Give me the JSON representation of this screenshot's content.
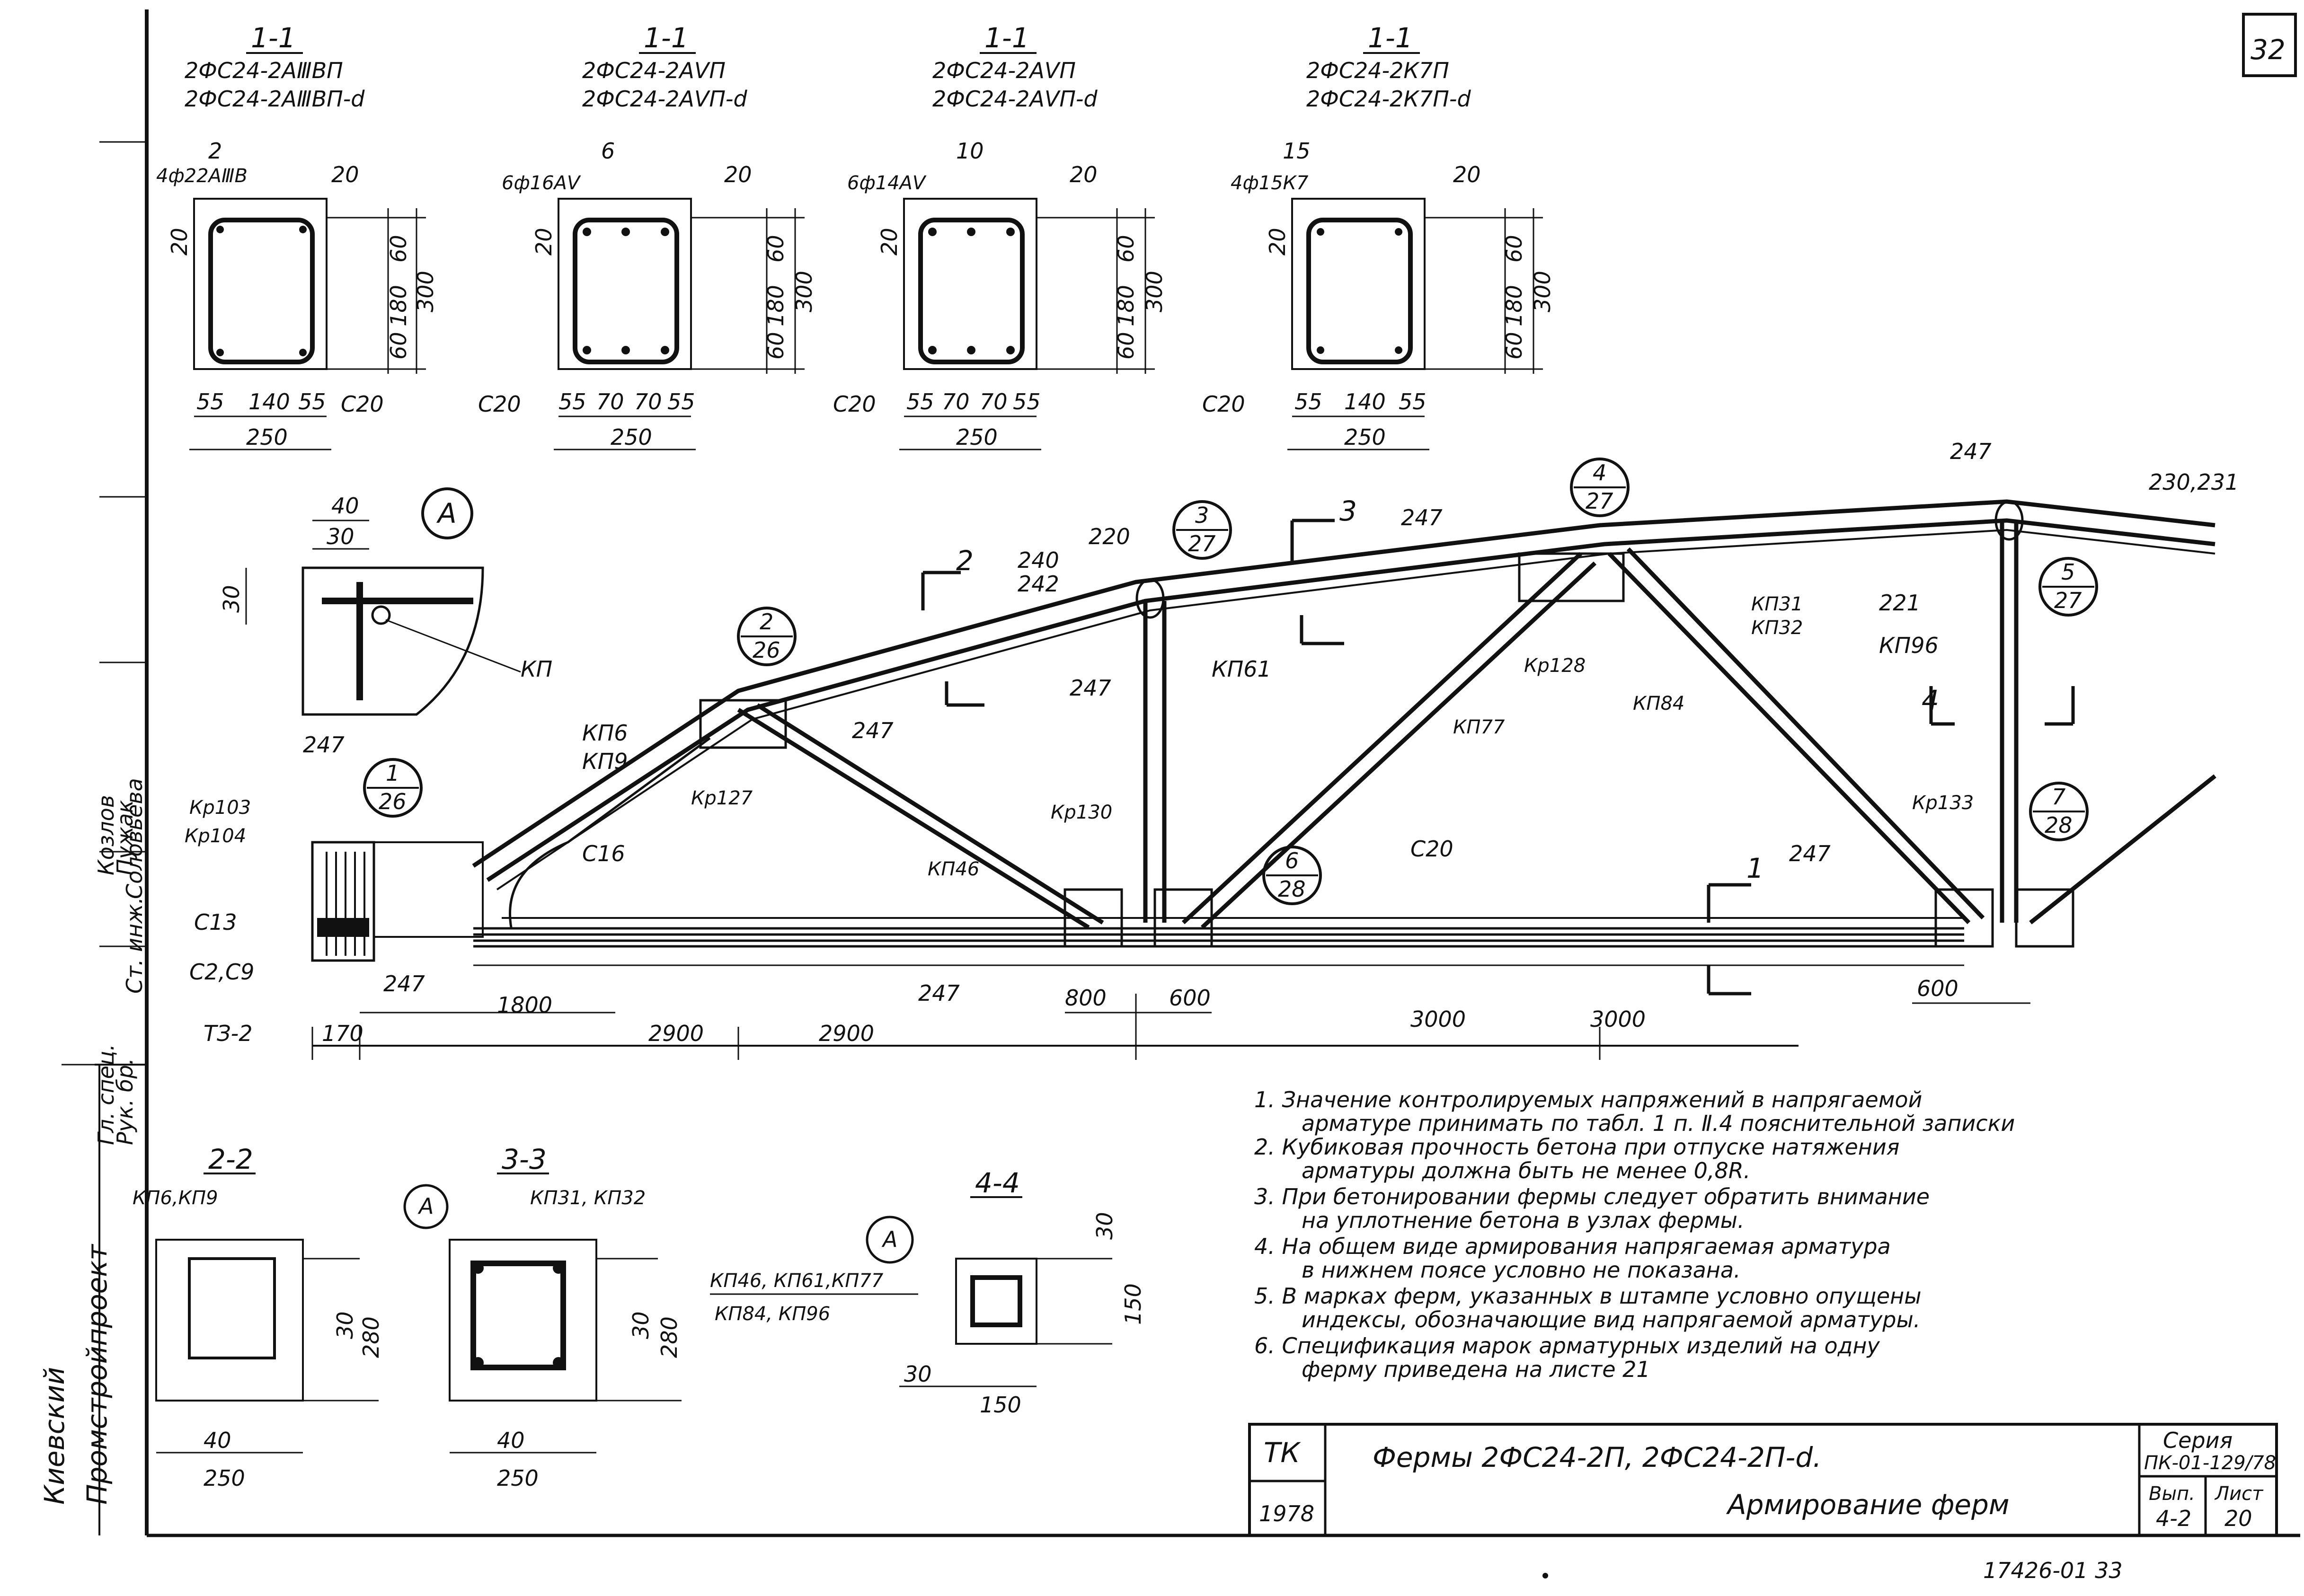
{
  "sheet": {
    "page_number": "32",
    "bottom_code": "17426-01   33"
  },
  "sections": [
    {
      "cut": "1-1",
      "line1": "2ФС24-2АⅢВП",
      "line2": "2ФС24-2АⅢВП-d",
      "pos": "2",
      "bars": "4ф22АⅢВ",
      "spacer": "С20",
      "dims": {
        "side": "20",
        "top": "60",
        "mid": "180",
        "bot": "60",
        "h": "300",
        "left": "55",
        "center": "140",
        "right": "55",
        "w": "250",
        "cl": "20"
      }
    },
    {
      "cut": "1-1",
      "line1": "2ФС24-2АⅤП",
      "line2": "2ФС24-2АⅤП-d",
      "pos": "6",
      "bars": "6ф16АⅤ",
      "spacer": "С20",
      "dims": {
        "side": "20",
        "top": "60",
        "mid": "180",
        "bot": "60",
        "h": "300",
        "left": "55",
        "c1": "70",
        "c2": "70",
        "right": "55",
        "w": "250",
        "cl": "20"
      }
    },
    {
      "cut": "1-1",
      "line1": "2ФС24-2АⅤП",
      "line2": "2ФС24-2АⅤП-d",
      "pos": "10",
      "bars": "6ф14АⅤ",
      "spacer": "С20",
      "dims": {
        "side": "20",
        "top": "60",
        "mid": "180",
        "bot": "60",
        "h": "300",
        "left": "55",
        "c1": "70",
        "c2": "70",
        "right": "55",
        "w": "250",
        "cl": "20"
      }
    },
    {
      "cut": "1-1",
      "line1": "2ФС24-2К7П",
      "line2": "2ФС24-2К7П-d",
      "pos": "15",
      "bars": "4ф15К7",
      "spacer": "С20",
      "dims": {
        "side": "20",
        "top": "60",
        "mid": "180",
        "bot": "60",
        "h": "300",
        "left": "55",
        "center": "140",
        "right": "55",
        "w": "250",
        "cl": "20"
      }
    }
  ],
  "detailA": {
    "mark": "А",
    "dim40": "40",
    "dim30": "30",
    "dim30v": "30",
    "label": "КП"
  },
  "truss": {
    "callouts": [
      {
        "num": "1",
        "den": "26"
      },
      {
        "num": "2",
        "den": "26"
      },
      {
        "num": "3",
        "den": "27"
      },
      {
        "num": "4",
        "den": "27"
      },
      {
        "num": "5",
        "den": "27"
      },
      {
        "num": "6",
        "den": "28"
      },
      {
        "num": "7",
        "den": "28"
      }
    ],
    "labels": {
      "l247a": "247",
      "kr103": "Кр103",
      "kr104": "Кр104",
      "c13": "С13",
      "c2c9": "С2,С9",
      "tz2": "ТЗ-2",
      "l247b": "247",
      "c16": "С16",
      "kp6": "КП6",
      "kp9": "КП9",
      "kr127": "Кр127",
      "l247c": "247",
      "l240": "240",
      "l242": "242",
      "l220": "220",
      "l247d": "247",
      "kp61": "КП61",
      "kp46": "КП46",
      "kr130": "Кр130",
      "l247e": "247",
      "l247f": "247",
      "kr128": "Кр128",
      "kp77": "КП77",
      "kp84": "КП84",
      "kp31": "КП31",
      "kp32": "КП32",
      "l247g": "247",
      "l230": "230,231",
      "l221": "221",
      "kp96": "КП96",
      "kr133": "Кр133",
      "l247h": "247",
      "c20": "С20",
      "l247i": "247"
    },
    "cuts": {
      "c2": "2",
      "c3": "3",
      "c4": "4",
      "c1": "1"
    },
    "dims": {
      "d170": "170",
      "d1800": "1800",
      "d2900a": "2900",
      "d2900b": "2900",
      "d800": "800",
      "d600a": "600",
      "d3000a": "3000",
      "d3000b": "3000",
      "d600b": "600"
    }
  },
  "bottom_sections": {
    "s22": {
      "title": "2-2",
      "label": "КП6,КП9",
      "d30": "30",
      "d280": "280",
      "d40": "40",
      "d250": "250"
    },
    "s33": {
      "title": "3-3",
      "label": "КП31, КП32",
      "mark": "А",
      "d30": "30",
      "d280": "280",
      "d40": "40",
      "d250": "250"
    },
    "s44": {
      "title": "4-4",
      "mark": "А",
      "label1": "КП46, КП61,КП77",
      "label2": "КП84, КП96",
      "d30": "30",
      "d150": "150",
      "d30b": "30",
      "d150b": "150"
    }
  },
  "notes": [
    "1. Значение контролируемых напряжений в напрягаемой",
    "арматуре принимать по табл. 1 п. Ⅱ.4 пояснительной записки",
    "2. Кубиковая прочность бетона при отпуске натяжения",
    "арматуры должна быть не менее 0,8R.",
    "3. При бетонировании фермы следует обратить внимание",
    "на уплотнение бетона в узлах фермы.",
    "4. На общем виде армирования напрягаемая арматура",
    "в нижнем поясе условно не показана.",
    "5. В марках ферм, указанных в штампе условно опущены",
    "индексы, обозначающие вид напрягаемой арматуры.",
    "6. Спецификация марок арматурных изделий на одну",
    "ферму приведена на листе 21"
  ],
  "stamp": {
    "org": "ТК",
    "year": "1978",
    "title1": "Фермы  2ФС24-2П, 2ФС24-2П-d.",
    "title2": "Армирование  ферм",
    "series_label": "Серия",
    "series": "ПК-01-129/78",
    "vyp_label": "Вып.",
    "vyp": "4-2",
    "list_label": "Лист",
    "list": "20"
  },
  "left_block": {
    "org1": "Киевский",
    "org2": "Промстройпроект",
    "roles": [
      "Гл. спец.",
      "Рук. бр.",
      "Ст. инж."
    ],
    "names": [
      "Козлов",
      "Пужак",
      "Соловьева"
    ]
  }
}
